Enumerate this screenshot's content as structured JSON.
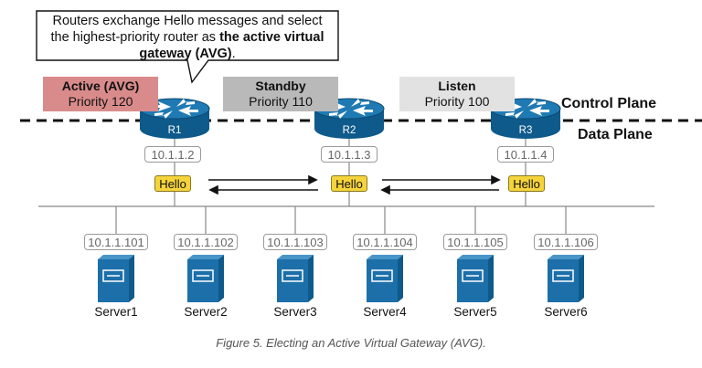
{
  "callout": {
    "text_prefix": "Routers exchange Hello messages and select the highest-priority router as ",
    "text_bold": "the active virtual gateway (AVG)",
    "text_suffix": "."
  },
  "planes": {
    "control": "Control Plane",
    "data": "Data Plane"
  },
  "routers": [
    {
      "name": "R1",
      "role": "Active (AVG)",
      "priority": "Priority 120",
      "ip": "10.1.1.2",
      "hello": "Hello",
      "role_color": "#d98b8b"
    },
    {
      "name": "R2",
      "role": "Standby",
      "priority": "Priority 110",
      "ip": "10.1.1.3",
      "hello": "Hello",
      "role_color": "#b9b9b9"
    },
    {
      "name": "R3",
      "role": "Listen",
      "priority": "Priority 100",
      "ip": "10.1.1.4",
      "hello": "Hello",
      "role_color": "#e2e2e2"
    }
  ],
  "servers": [
    {
      "name": "Server1",
      "ip": "10.1.1.101"
    },
    {
      "name": "Server2",
      "ip": "10.1.1.102"
    },
    {
      "name": "Server3",
      "ip": "10.1.1.103"
    },
    {
      "name": "Server4",
      "ip": "10.1.1.104"
    },
    {
      "name": "Server5",
      "ip": "10.1.1.105"
    },
    {
      "name": "Server6",
      "ip": "10.1.1.106"
    }
  ],
  "caption": "Figure 5. Electing an Active Virtual Gateway (AVG).",
  "colors": {
    "router": "#1f7ab3",
    "router_dark": "#0e5a8a",
    "server": "#1c6fa8",
    "hello": "#f5d33b"
  }
}
